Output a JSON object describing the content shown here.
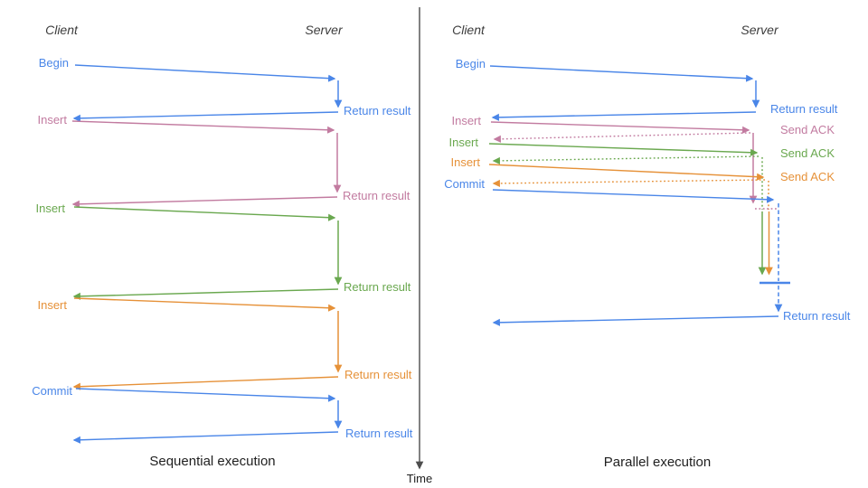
{
  "diagram": {
    "colors": {
      "blue": "#4a86e8",
      "pink": "#c27ba0",
      "green": "#6aa84f",
      "orange": "#e69138",
      "axis": "#4d4d4d",
      "heading": "#3d3d3d",
      "title": "#1f1f1f"
    },
    "time_axis": {
      "label": "Time"
    },
    "sequential": {
      "title": "Sequential execution",
      "client_header": "Client",
      "server_header": "Server",
      "operations": [
        {
          "request": "Begin",
          "response": "Return result",
          "color": "blue"
        },
        {
          "request": "Insert",
          "response": "Return result",
          "color": "pink"
        },
        {
          "request": "Insert",
          "response": "Return result",
          "color": "green"
        },
        {
          "request": "Insert",
          "response": "Return result",
          "color": "orange"
        },
        {
          "request": "Commit",
          "response": "Return result",
          "color": "blue"
        }
      ]
    },
    "parallel": {
      "title": "Parallel execution",
      "client_header": "Client",
      "server_header": "Server",
      "operations": [
        {
          "request": "Begin",
          "response": "Return result",
          "color": "blue"
        },
        {
          "request": "Insert",
          "response": "Send ACK",
          "color": "pink"
        },
        {
          "request": "Insert",
          "response": "Send ACK",
          "color": "green"
        },
        {
          "request": "Insert",
          "response": "Send ACK",
          "color": "orange"
        },
        {
          "request": "Commit",
          "response": "Return result",
          "color": "blue"
        }
      ]
    }
  }
}
